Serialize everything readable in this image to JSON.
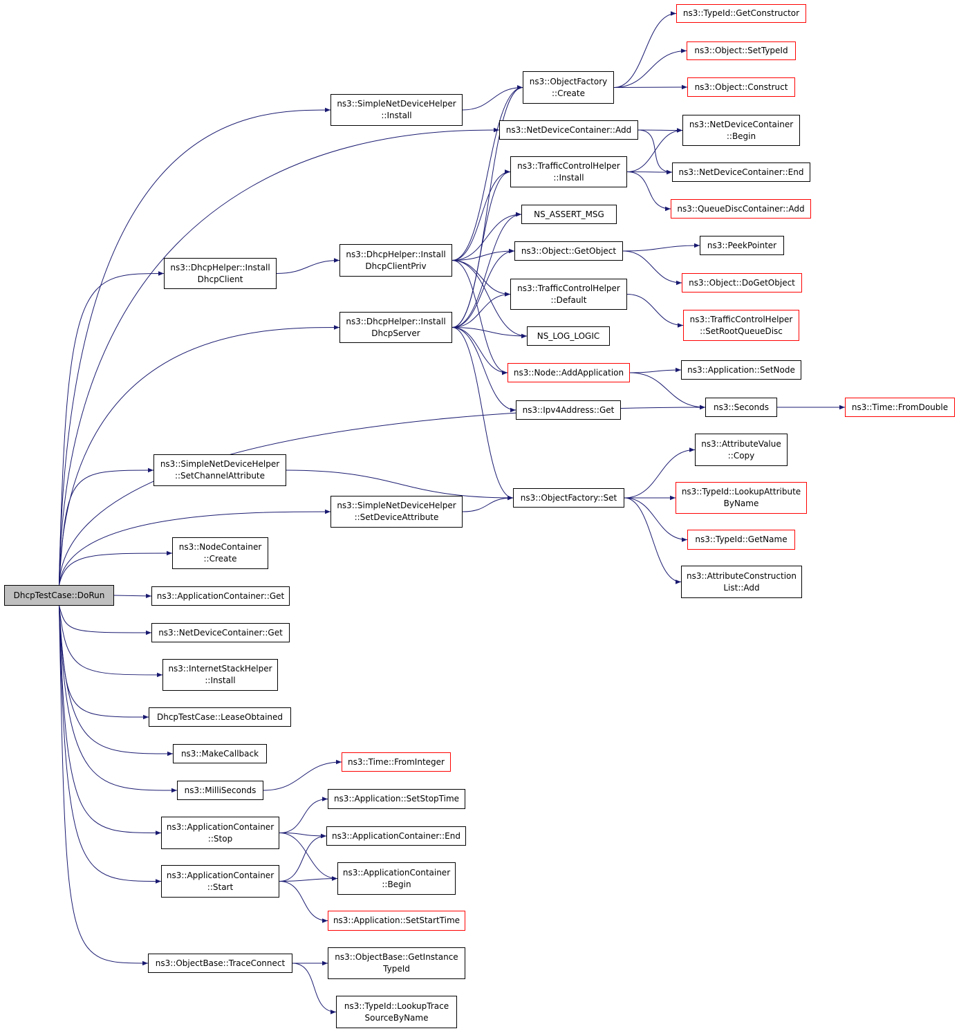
{
  "diagram": {
    "colors": {
      "edge": "#191970",
      "node_border": "#000000",
      "external_node_border": "#ff0000",
      "root_fill": "#bfbfbf"
    },
    "nodes": {
      "dorun": {
        "label": "DhcpTestCase::DoRun",
        "kind": "root"
      },
      "snd_install": {
        "label": "ns3::SimpleNetDeviceHelper\n::Install",
        "kind": "normal"
      },
      "dhcp_install_client": {
        "label": "ns3::DhcpHelper::Install\nDhcpClient",
        "kind": "normal"
      },
      "dhcp_install_client_priv": {
        "label": "ns3::DhcpHelper::Install\nDhcpClientPriv",
        "kind": "normal"
      },
      "dhcp_install_server": {
        "label": "ns3::DhcpHelper::Install\nDhcpServer",
        "kind": "normal"
      },
      "of_create": {
        "label": "ns3::ObjectFactory\n::Create",
        "kind": "normal"
      },
      "typeid_getctor": {
        "label": "ns3::TypeId::GetConstructor",
        "kind": "external"
      },
      "object_settypeid": {
        "label": "ns3::Object::SetTypeId",
        "kind": "external"
      },
      "object_construct": {
        "label": "ns3::Object::Construct",
        "kind": "external"
      },
      "ndc_add": {
        "label": "ns3::NetDeviceContainer::Add",
        "kind": "normal"
      },
      "ndc_begin": {
        "label": "ns3::NetDeviceContainer\n::Begin",
        "kind": "normal"
      },
      "ndc_end": {
        "label": "ns3::NetDeviceContainer::End",
        "kind": "normal"
      },
      "tch_install": {
        "label": "ns3::TrafficControlHelper\n::Install",
        "kind": "normal"
      },
      "qdc_add": {
        "label": "ns3::QueueDiscContainer::Add",
        "kind": "external"
      },
      "ns_assert_msg": {
        "label": "NS_ASSERT_MSG",
        "kind": "normal"
      },
      "object_getobject": {
        "label": "ns3::Object::GetObject",
        "kind": "normal"
      },
      "peekpointer": {
        "label": "ns3::PeekPointer",
        "kind": "normal"
      },
      "object_dogetobject": {
        "label": "ns3::Object::DoGetObject",
        "kind": "external"
      },
      "tch_default": {
        "label": "ns3::TrafficControlHelper\n::Default",
        "kind": "normal"
      },
      "tch_setroot": {
        "label": "ns3::TrafficControlHelper\n::SetRootQueueDisc",
        "kind": "external"
      },
      "ns_log_logic": {
        "label": "NS_LOG_LOGIC",
        "kind": "normal"
      },
      "node_addapp": {
        "label": "ns3::Node::AddApplication",
        "kind": "external"
      },
      "app_setnode": {
        "label": "ns3::Application::SetNode",
        "kind": "normal"
      },
      "ipv4_get": {
        "label": "ns3::Ipv4Address::Get",
        "kind": "normal"
      },
      "seconds": {
        "label": "ns3::Seconds",
        "kind": "normal"
      },
      "time_fromdouble": {
        "label": "ns3::Time::FromDouble",
        "kind": "external"
      },
      "snd_setchan": {
        "label": "ns3::SimpleNetDeviceHelper\n::SetChannelAttribute",
        "kind": "normal"
      },
      "snd_setdev": {
        "label": "ns3::SimpleNetDeviceHelper\n::SetDeviceAttribute",
        "kind": "normal"
      },
      "of_set": {
        "label": "ns3::ObjectFactory::Set",
        "kind": "normal"
      },
      "av_copy": {
        "label": "ns3::AttributeValue\n::Copy",
        "kind": "normal"
      },
      "typeid_lookupattr": {
        "label": "ns3::TypeId::LookupAttribute\nByName",
        "kind": "external"
      },
      "typeid_getname": {
        "label": "ns3::TypeId::GetName",
        "kind": "external"
      },
      "acl_add": {
        "label": "ns3::AttributeConstruction\nList::Add",
        "kind": "normal"
      },
      "nc_create": {
        "label": "ns3::NodeContainer\n::Create",
        "kind": "normal"
      },
      "ac_get": {
        "label": "ns3::ApplicationContainer::Get",
        "kind": "normal"
      },
      "ndc_get": {
        "label": "ns3::NetDeviceContainer::Get",
        "kind": "normal"
      },
      "ish_install": {
        "label": "ns3::InternetStackHelper\n::Install",
        "kind": "normal"
      },
      "lease_obtained": {
        "label": "DhcpTestCase::LeaseObtained",
        "kind": "normal"
      },
      "makecallback": {
        "label": "ns3::MakeCallback",
        "kind": "normal"
      },
      "milliseconds": {
        "label": "ns3::MilliSeconds",
        "kind": "normal"
      },
      "time_frominteger": {
        "label": "ns3::Time::FromInteger",
        "kind": "external"
      },
      "ac_stop": {
        "label": "ns3::ApplicationContainer\n::Stop",
        "kind": "normal"
      },
      "ac_start": {
        "label": "ns3::ApplicationContainer\n::Start",
        "kind": "normal"
      },
      "app_setstoptime": {
        "label": "ns3::Application::SetStopTime",
        "kind": "normal"
      },
      "ac_end": {
        "label": "ns3::ApplicationContainer::End",
        "kind": "normal"
      },
      "ac_begin": {
        "label": "ns3::ApplicationContainer\n::Begin",
        "kind": "normal"
      },
      "app_setstarttime": {
        "label": "ns3::Application::SetStartTime",
        "kind": "external"
      },
      "ob_traceconnect": {
        "label": "ns3::ObjectBase::TraceConnect",
        "kind": "normal"
      },
      "ob_getinstancetypeid": {
        "label": "ns3::ObjectBase::GetInstance\nTypeId",
        "kind": "normal"
      },
      "typeid_lookuptrace": {
        "label": "ns3::TypeId::LookupTrace\nSourceByName",
        "kind": "normal"
      }
    },
    "edges": [
      [
        "dorun",
        "snd_install"
      ],
      [
        "dorun",
        "ndc_add"
      ],
      [
        "dorun",
        "dhcp_install_client"
      ],
      [
        "dorun",
        "dhcp_install_server"
      ],
      [
        "dorun",
        "seconds"
      ],
      [
        "dorun",
        "snd_setchan"
      ],
      [
        "dorun",
        "snd_setdev"
      ],
      [
        "dorun",
        "nc_create"
      ],
      [
        "dorun",
        "ac_get"
      ],
      [
        "dorun",
        "ndc_get"
      ],
      [
        "dorun",
        "ish_install"
      ],
      [
        "dorun",
        "lease_obtained"
      ],
      [
        "dorun",
        "makecallback"
      ],
      [
        "dorun",
        "milliseconds"
      ],
      [
        "dorun",
        "ac_stop"
      ],
      [
        "dorun",
        "ac_start"
      ],
      [
        "dorun",
        "ob_traceconnect"
      ],
      [
        "snd_install",
        "of_create"
      ],
      [
        "of_create",
        "typeid_getctor"
      ],
      [
        "of_create",
        "object_settypeid"
      ],
      [
        "of_create",
        "object_construct"
      ],
      [
        "ndc_add",
        "ndc_begin"
      ],
      [
        "ndc_add",
        "ndc_end"
      ],
      [
        "dhcp_install_client",
        "dhcp_install_client_priv"
      ],
      [
        "dhcp_install_client_priv",
        "of_create"
      ],
      [
        "dhcp_install_client_priv",
        "tch_install"
      ],
      [
        "dhcp_install_client_priv",
        "ns_assert_msg"
      ],
      [
        "dhcp_install_client_priv",
        "object_getobject"
      ],
      [
        "dhcp_install_client_priv",
        "tch_default"
      ],
      [
        "dhcp_install_client_priv",
        "ns_log_logic"
      ],
      [
        "dhcp_install_client_priv",
        "node_addapp"
      ],
      [
        "dhcp_install_server",
        "of_create"
      ],
      [
        "dhcp_install_server",
        "tch_install"
      ],
      [
        "dhcp_install_server",
        "ns_assert_msg"
      ],
      [
        "dhcp_install_server",
        "object_getobject"
      ],
      [
        "dhcp_install_server",
        "tch_default"
      ],
      [
        "dhcp_install_server",
        "ns_log_logic"
      ],
      [
        "dhcp_install_server",
        "node_addapp"
      ],
      [
        "dhcp_install_server",
        "ipv4_get"
      ],
      [
        "dhcp_install_server",
        "of_set"
      ],
      [
        "tch_install",
        "ndc_begin"
      ],
      [
        "tch_install",
        "ndc_end"
      ],
      [
        "tch_install",
        "qdc_add"
      ],
      [
        "object_getobject",
        "peekpointer"
      ],
      [
        "object_getobject",
        "object_dogetobject"
      ],
      [
        "tch_default",
        "tch_setroot"
      ],
      [
        "node_addapp",
        "app_setnode"
      ],
      [
        "node_addapp",
        "seconds"
      ],
      [
        "seconds",
        "time_fromdouble"
      ],
      [
        "snd_setchan",
        "of_set"
      ],
      [
        "snd_setdev",
        "of_set"
      ],
      [
        "of_set",
        "av_copy"
      ],
      [
        "of_set",
        "typeid_lookupattr"
      ],
      [
        "of_set",
        "typeid_getname"
      ],
      [
        "of_set",
        "acl_add"
      ],
      [
        "milliseconds",
        "time_frominteger"
      ],
      [
        "ac_stop",
        "app_setstoptime"
      ],
      [
        "ac_stop",
        "ac_end"
      ],
      [
        "ac_stop",
        "ac_begin"
      ],
      [
        "ac_start",
        "ac_end"
      ],
      [
        "ac_start",
        "ac_begin"
      ],
      [
        "ac_start",
        "app_setstarttime"
      ],
      [
        "ob_traceconnect",
        "ob_getinstancetypeid"
      ],
      [
        "ob_traceconnect",
        "typeid_lookuptrace"
      ]
    ]
  }
}
